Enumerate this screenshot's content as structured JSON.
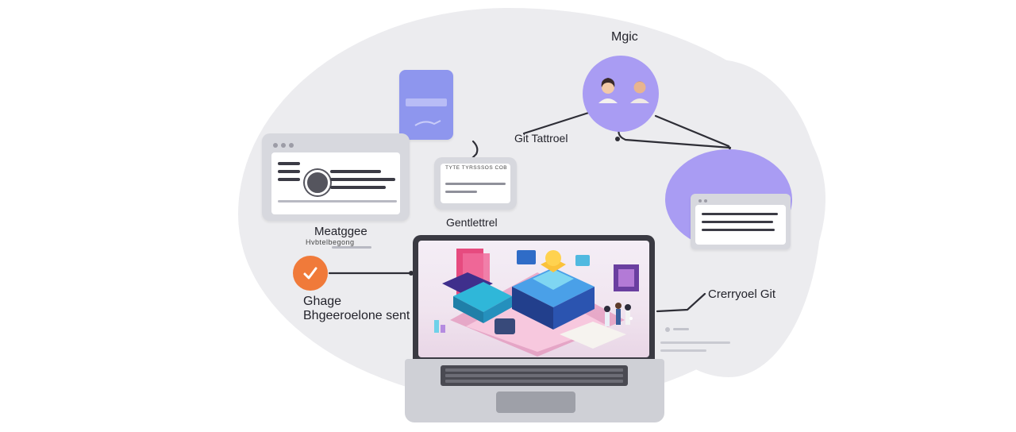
{
  "labels": {
    "top_right": "Mgic",
    "git_tool": "Git Tattroel",
    "gentle_tool": "Gentlettrel",
    "message_title": "Meatggee",
    "message_sub": "Hvbtelbegong",
    "stage_title": "Ghage",
    "stage_sub": "Bhgeeroelone sent",
    "right_caption": "Crerryoel Git",
    "card_header": "TYTE TYRSSSOS COB"
  },
  "colors": {
    "background": "#ffffff",
    "blob": "#ececef",
    "accent_purple": "#a99cf3",
    "check_orange": "#f07a3a",
    "blue_card": "#8e96ee",
    "laptop_dark": "#3a3a42"
  },
  "icons": [
    "check-icon",
    "person-icon",
    "laptop-icon"
  ]
}
